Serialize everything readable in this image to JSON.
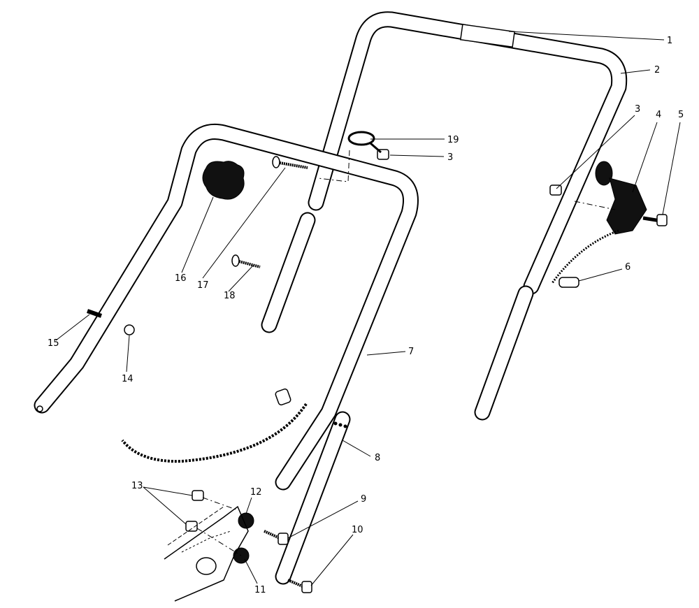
{
  "callouts": [
    {
      "number": "1"
    },
    {
      "number": "2"
    },
    {
      "number": "3"
    },
    {
      "number": "3"
    },
    {
      "number": "4"
    },
    {
      "number": "5"
    },
    {
      "number": "6"
    },
    {
      "number": "7"
    },
    {
      "number": "8"
    },
    {
      "number": "9"
    },
    {
      "number": "10"
    },
    {
      "number": "11"
    },
    {
      "number": "12"
    },
    {
      "number": "13"
    },
    {
      "number": "14"
    },
    {
      "number": "15"
    },
    {
      "number": "16"
    },
    {
      "number": "17"
    },
    {
      "number": "18"
    },
    {
      "number": "19"
    }
  ]
}
